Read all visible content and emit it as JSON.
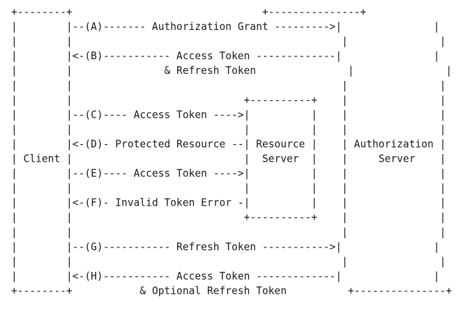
{
  "diagram": {
    "rows": [
      "+--------+                               +---------------+",
      "|        |--(A)------- Authorization Grant --------->|               |",
      "|        |                                            |               |",
      "|        |<-(B)----------- Access Token -------------|               |",
      "|        |               & Refresh Token               |               |",
      "|        |                                            |               |",
      "|        |                            +----------+    |               |",
      "|        |--(C)---- Access Token ---->|          |    |               |",
      "|        |                            |          |    |               |",
      "|        |<-(D)- Protected Resource --| Resource |    | Authorization |",
      "| Client |                            |  Server  |    |     Server    |",
      "|        |--(E)---- Access Token ---->|          |    |               |",
      "|        |                            |          |    |               |",
      "|        |<-(F)- Invalid Token Error -|          |    |               |",
      "|        |                            +----------+    |               |",
      "|        |                                            |               |",
      "|        |--(G)----------- Refresh Token ----------->|               |",
      "|        |                                            |               |",
      "|        |<-(H)----------- Access Token -------------|               |",
      "+--------+           & Optional Refresh Token          +---------------+"
    ]
  }
}
